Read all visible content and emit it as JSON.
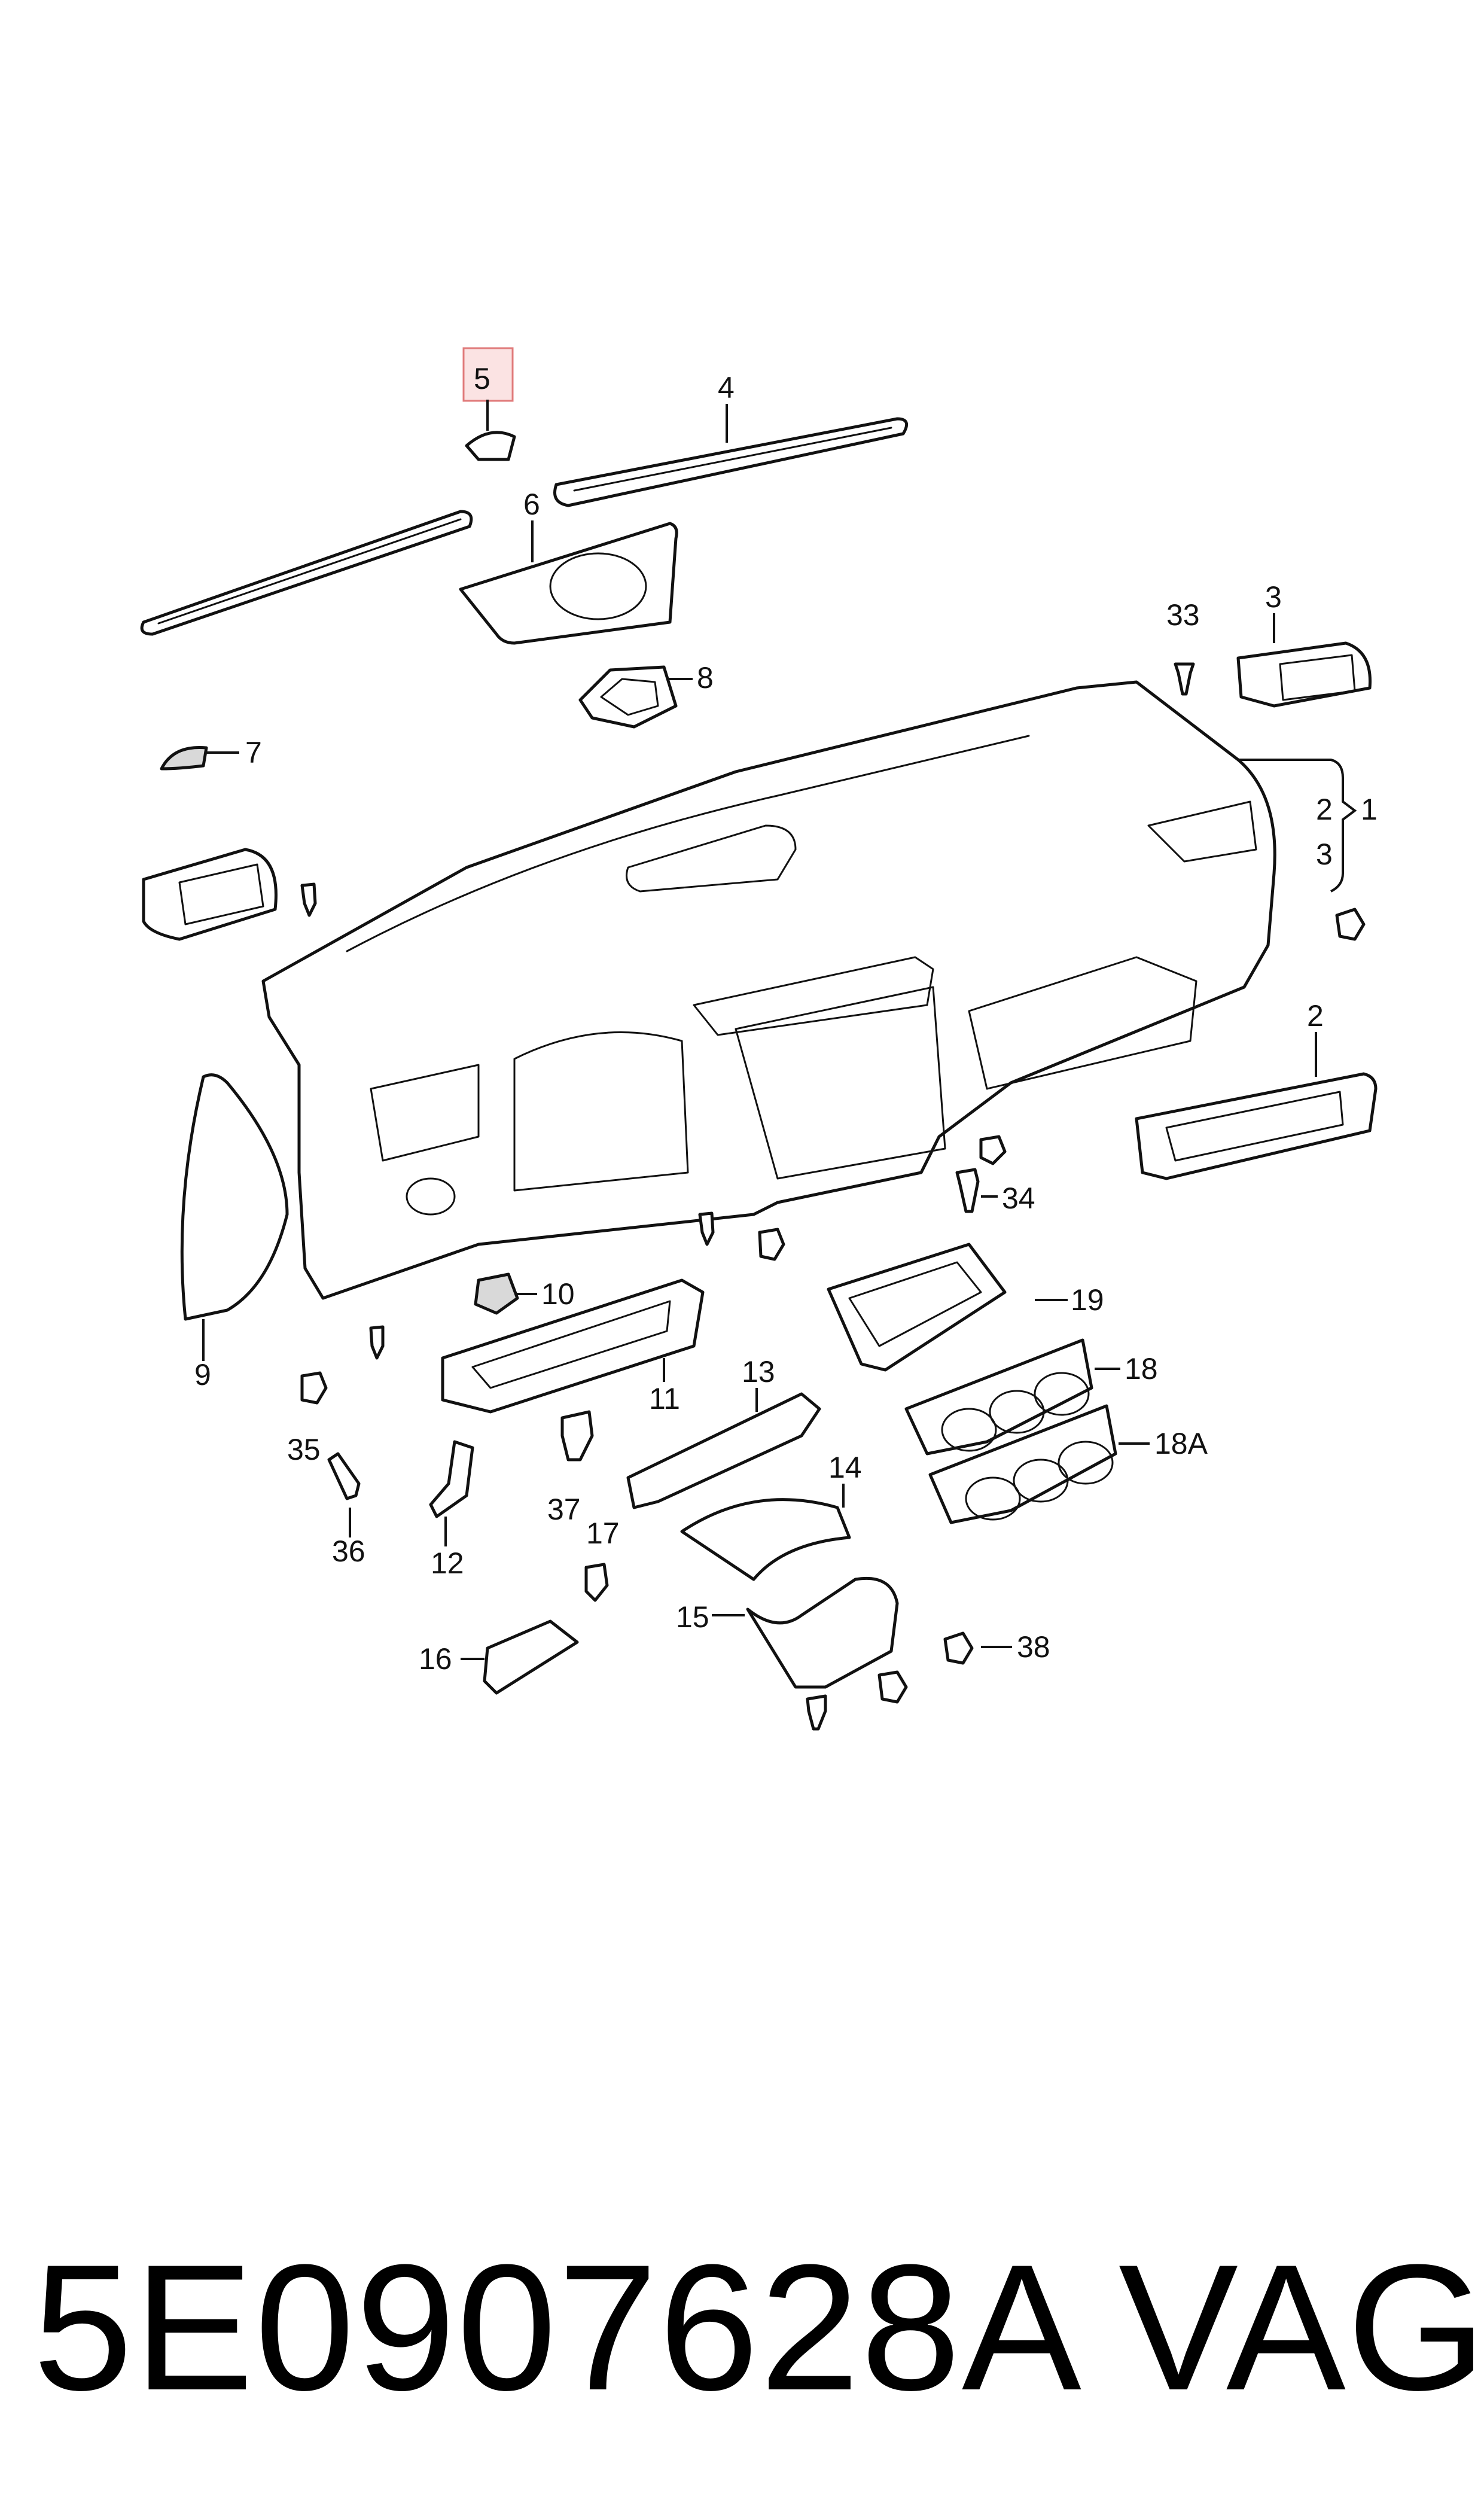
{
  "callouts": {
    "c5": "5",
    "c4": "4",
    "c6": "6",
    "c8": "8",
    "c7": "7",
    "c33": "33",
    "c3a": "3",
    "c2a": "2",
    "c3b": "3",
    "c1": "1",
    "c2b": "2",
    "c34": "34",
    "c9": "9",
    "c10": "10",
    "c19": "19",
    "c11": "11",
    "c13": "13",
    "c18": "18",
    "c18A": "18A",
    "c35": "35",
    "c37": "37",
    "c14": "14",
    "c36": "36",
    "c12": "12",
    "c17": "17",
    "c15": "15",
    "c38": "38",
    "c16": "16"
  },
  "highlighted_callout": "5",
  "highlight_color": "#fbe3e3",
  "footer": {
    "part_number": "5E0907628A",
    "brand": "VAG"
  }
}
